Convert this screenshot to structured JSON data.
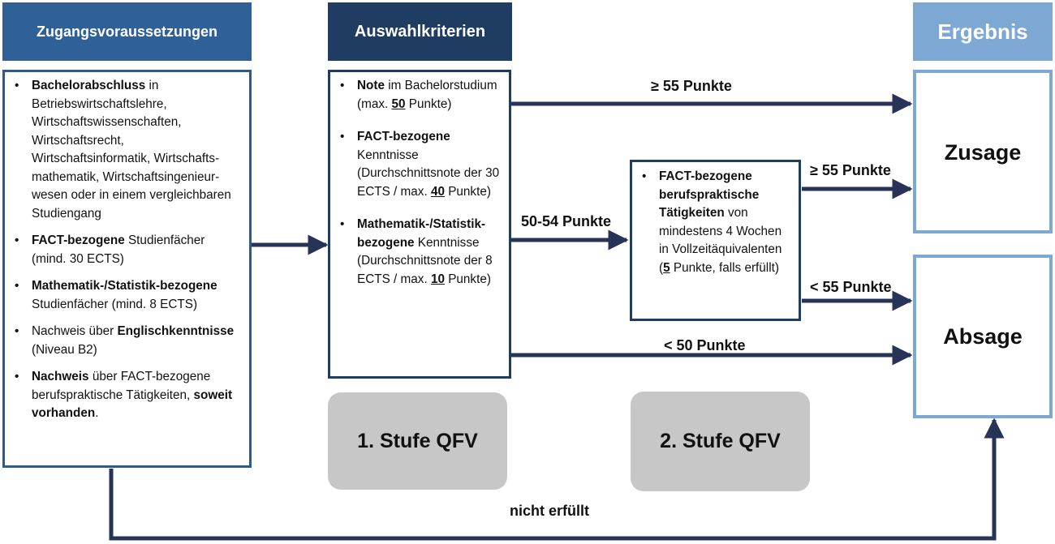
{
  "headers": {
    "zugang": "Zugangsvoraussetzungen",
    "auswahl": "Auswahlkriterien",
    "ergebnis": "Ergebnis"
  },
  "zugang_items": [
    {
      "parts": [
        {
          "t": "Bachelorabschluss",
          "b": true
        },
        {
          "t": " in Betriebswirtschaftslehre, Wirtschaftswissenschaften, Wirtschaftsrecht, Wirtschaftsinformatik, Wirtschafts-mathematik, Wirtschaftsingenieur-wesen oder in einem vergleichbaren Studiengang"
        }
      ]
    },
    {
      "parts": [
        {
          "t": "FACT-bezogene",
          "b": true
        },
        {
          "t": " Studienfächer (mind. 30 ECTS)"
        }
      ]
    },
    {
      "parts": [
        {
          "t": "Mathematik-/Statistik-bezogene",
          "b": true
        },
        {
          "t": " Studienfächer (mind. 8 ECTS)"
        }
      ]
    },
    {
      "parts": [
        {
          "t": "Nachweis über "
        },
        {
          "t": "Englischkenntnisse",
          "b": true
        },
        {
          "t": " (Niveau B2)"
        }
      ]
    },
    {
      "parts": [
        {
          "t": "Nachweis",
          "b": true
        },
        {
          "t": " über FACT-bezogene berufspraktische Tätigkeiten, "
        },
        {
          "t": "soweit vorhanden",
          "b": true
        },
        {
          "t": "."
        }
      ]
    }
  ],
  "auswahl_items": [
    {
      "parts": [
        {
          "t": "Note",
          "b": true
        },
        {
          "t": " im Bachelorstudium (max. "
        },
        {
          "t": "50",
          "b": true,
          "u": true
        },
        {
          "t": " Punkte)"
        }
      ]
    },
    {
      "parts": [
        {
          "t": "FACT-bezogene",
          "b": true
        },
        {
          "t": " Kenntnisse (Durchschnittsnote der 30 ECTS / max. "
        },
        {
          "t": "40",
          "b": true,
          "u": true
        },
        {
          "t": " Punkte)"
        }
      ]
    },
    {
      "parts": [
        {
          "t": "Mathematik-/Statistik-bezogene",
          "b": true
        },
        {
          "t": " Kenntnisse (Durchschnittsnote der 8 ECTS / max. "
        },
        {
          "t": "10",
          "b": true,
          "u": true
        },
        {
          "t": " Punkte)"
        }
      ]
    }
  ],
  "stufe2_items": [
    {
      "parts": [
        {
          "t": "FACT-bezogene berufspraktische Tätigkeiten",
          "b": true
        },
        {
          "t": " von mindestens 4 Wochen in Vollzeitäquivalenten ("
        },
        {
          "t": "5",
          "b": true,
          "u": true
        },
        {
          "t": " Punkte, falls erfüllt)"
        }
      ]
    }
  ],
  "labels": {
    "ge55_top": "≥ 55 Punkte",
    "p5054": "50-54 Punkte",
    "ge55_mid": "≥ 55 Punkte",
    "lt55": "< 55 Punkte",
    "lt50": "< 50 Punkte",
    "nicht_erfuellt": "nicht erfüllt"
  },
  "results": {
    "zusage": "Zusage",
    "absage": "Absage"
  },
  "stages": {
    "stufe1": "1. Stufe QFV",
    "stufe2": "2. Stufe QFV"
  },
  "colors": {
    "header_dark": "#2f6098",
    "header_navy": "#1f3d63",
    "header_light": "#7ea8d4",
    "box_border": "#2e5a8c",
    "result_border": "#7ea8d4",
    "arrow": "#283358",
    "stage_bg": "#c7c7c7"
  }
}
